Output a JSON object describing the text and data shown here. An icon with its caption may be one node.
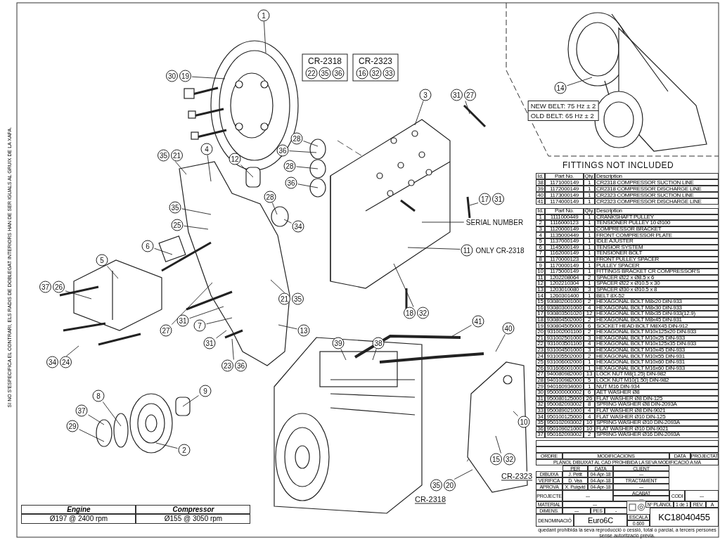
{
  "diagram": {
    "nodes": [
      {
        "text": [
          "1"
        ]
      },
      {
        "text": [
          "30",
          "19"
        ]
      },
      {
        "text": [
          "CR-2318",
          "22",
          "35",
          "36"
        ]
      },
      {
        "text": [
          "CR-2323",
          "16",
          "32",
          "33"
        ]
      },
      {
        "text": [
          "31",
          "27"
        ]
      },
      {
        "text": [
          "3"
        ]
      },
      {
        "text": [
          "35",
          "21"
        ]
      },
      {
        "text": [
          "4"
        ]
      },
      {
        "text": [
          "12"
        ]
      },
      {
        "text": [
          "28"
        ]
      },
      {
        "text": [
          "36"
        ]
      },
      {
        "text": [
          "28"
        ]
      },
      {
        "text": [
          "36"
        ]
      },
      {
        "text": [
          "28"
        ]
      },
      {
        "text": [
          "34"
        ]
      },
      {
        "text": [
          "35"
        ]
      },
      {
        "text": [
          "25"
        ]
      },
      {
        "text": [
          "6"
        ]
      },
      {
        "text": [
          "5"
        ]
      },
      {
        "text": [
          "37",
          "26"
        ]
      },
      {
        "text": [
          "27"
        ]
      },
      {
        "text": [
          "31"
        ]
      },
      {
        "text": [
          "7"
        ]
      },
      {
        "text": [
          "31"
        ]
      },
      {
        "text": [
          "21",
          "35"
        ]
      },
      {
        "text": [
          "13"
        ]
      },
      {
        "text": [
          "23",
          "36"
        ]
      },
      {
        "text": [
          "34",
          "24"
        ]
      },
      {
        "text": [
          "8"
        ]
      },
      {
        "text": [
          "37"
        ]
      },
      {
        "text": [
          "29"
        ]
      },
      {
        "text": [
          "9"
        ]
      },
      {
        "text": [
          "2"
        ]
      },
      {
        "text": [
          "17",
          "31"
        ]
      },
      {
        "text": [
          "SERIAL NUMBER"
        ]
      },
      {
        "text": [
          "11",
          "ONLY CR-2318"
        ]
      },
      {
        "text": [
          "18",
          "32"
        ]
      },
      {
        "text": [
          "41"
        ]
      },
      {
        "text": [
          "40"
        ]
      },
      {
        "text": [
          "39"
        ]
      },
      {
        "text": [
          "38"
        ]
      },
      {
        "text": [
          "10"
        ]
      },
      {
        "text": [
          "15",
          "32"
        ],
        "beside": [
          "CR-2323"
        ]
      },
      {
        "text": [
          "35",
          "20"
        ],
        "beside": [
          "CR-2318"
        ]
      },
      {
        "text": [
          "14"
        ]
      },
      {
        "text": [
          "NEW BELT: 75 Hz ± 2",
          "OLD BELT: 65 Hz ± 2"
        ]
      }
    ],
    "edges": [
      {
        "from": 0,
        "to": null,
        "arrow": "none"
      },
      {
        "from": 1,
        "to": null,
        "arrow": "none"
      },
      {
        "from": 4,
        "to": null,
        "arrow": "none"
      },
      {
        "from": 5,
        "to": null,
        "arrow": "none"
      },
      {
        "from": 6,
        "to": null,
        "arrow": "none"
      },
      {
        "from": 7,
        "to": null,
        "arrow": "none"
      },
      {
        "from": 8,
        "to": null,
        "arrow": "none"
      },
      {
        "from": 9,
        "to": null,
        "arrow": "none"
      },
      {
        "from": 10,
        "to": null,
        "arrow": "none"
      },
      {
        "from": 11,
        "to": null,
        "arrow": "none"
      },
      {
        "from": 12,
        "to": null,
        "arrow": "none"
      },
      {
        "from": 13,
        "to": null,
        "arrow": "none"
      },
      {
        "from": 14,
        "to": null,
        "arrow": "none"
      },
      {
        "from": 15,
        "to": null,
        "arrow": "none"
      },
      {
        "from": 16,
        "to": null,
        "arrow": "none"
      },
      {
        "from": 17,
        "to": null,
        "arrow": "none"
      },
      {
        "from": 18,
        "to": null,
        "arrow": "none"
      },
      {
        "from": 19,
        "to": null,
        "arrow": "none"
      },
      {
        "from": 20,
        "to": null,
        "arrow": "none"
      },
      {
        "from": 21,
        "to": null,
        "arrow": "none"
      },
      {
        "from": 22,
        "to": null,
        "arrow": "none"
      },
      {
        "from": 23,
        "to": null,
        "arrow": "none"
      },
      {
        "from": 24,
        "to": null,
        "arrow": "none"
      },
      {
        "from": 25,
        "to": null,
        "arrow": "none"
      },
      {
        "from": 26,
        "to": null,
        "arrow": "none"
      },
      {
        "from": 27,
        "to": null,
        "arrow": "none"
      },
      {
        "from": 28,
        "to": null,
        "arrow": "none"
      },
      {
        "from": 29,
        "to": null,
        "arrow": "none"
      },
      {
        "from": 30,
        "to": null,
        "arrow": "none"
      },
      {
        "from": 31,
        "to": null,
        "arrow": "none"
      },
      {
        "from": 32,
        "to": null,
        "arrow": "none"
      },
      {
        "from": 33,
        "to": null,
        "arrow": "none"
      },
      {
        "from": 34,
        "to": null,
        "arrow": "none"
      },
      {
        "from": 35,
        "to": null,
        "arrow": "none"
      },
      {
        "from": 36,
        "to": null,
        "arrow": "none"
      },
      {
        "from": 37,
        "to": null,
        "arrow": "none"
      },
      {
        "from": 38,
        "to": null,
        "arrow": "none"
      },
      {
        "from": 39,
        "to": null,
        "arrow": "none"
      },
      {
        "from": 40,
        "to": null,
        "arrow": "none"
      },
      {
        "from": 41,
        "to": null,
        "arrow": "none"
      },
      {
        "from": 42,
        "to": null,
        "arrow": "none"
      },
      {
        "from": 43,
        "to": null,
        "arrow": "none"
      },
      {
        "from": 44,
        "to": null,
        "arrow": "none"
      }
    ],
    "labels": [
      "FITTINGS NOT INCLUDED",
      "Id.",
      "Part No.",
      "Qty.",
      "Description",
      "38",
      "1171000149",
      "1",
      "CR2318 COMPRESSOR SUCTION LINE",
      "39",
      "1172000149",
      "1",
      "CR2318 COMPRESSOR DISCHARGE LINE",
      "40",
      "1173000149",
      "1",
      "CR2323 COMPRESSOR SUCTION LINE",
      "41",
      "1174000149",
      "1",
      "CR2323 COMPRESSOR DISCHARGE LINE",
      "Id.",
      "Part No.",
      "Qty.",
      "Description",
      "1",
      "1111000449",
      "1",
      "CRANKSHAFT PULLEY",
      "2",
      "1116000123",
      "1",
      "TENSIONER PULLEY 10 Ø100",
      "3",
      "1120000149",
      "1",
      "COMPRESSOR BRACKET",
      "4",
      "1135000449",
      "1",
      "FRONT COMPRESSOR PLATE",
      "5",
      "1137000149",
      "1",
      "IDLE AJUSTER",
      "6",
      "1145000149",
      "1",
      "TENSIOR SYSTEM",
      "7",
      "1162000149",
      "1",
      "TENSIONER BOLT",
      "8",
      "1170000123",
      "1",
      "FRONT PULLEY SPACER",
      "9",
      "1170000149",
      "1",
      "PULLEY SPACER",
      "10",
      "1175000149",
      "1",
      "FITTINGS BRACKET CR COMPRESSOR'S",
      "11",
      "1202208064",
      "2",
      "SPACER Ø22 x Ø8.5 x 6",
      "12",
      "1202210304",
      "1",
      "SPACER Ø22 x Ø10.5 x 30",
      "13",
      "1203010080",
      "3",
      "SPACER Ø30 x Ø10.5 x 8",
      "14",
      "1260301400",
      "1",
      "BELT 8X-52",
      "15",
      "930802001000",
      "2",
      "HEXAGONAL BOLT M8x20 DIN-933",
      "16",
      "930803001000",
      "4",
      "HEXAGONAL BOLT M8x30 DIN-933",
      "17",
      "930803501020",
      "12",
      "HEXAGONAL BOLT M8x35 DIN-933(12.9)",
      "18",
      "930804502000",
      "2",
      "HEXAGONAL BOLT M8x45 DIN-931",
      "19",
      "930804505000",
      "6",
      "SOCKET HEAD BOLT M8X45 DIN-912",
      "20",
      "931002001100",
      "2",
      "HEXAGONAL BOLT M10x125x20 DIN-933",
      "21",
      "931002501000",
      "3",
      "HEXAGONAL BOLT M10x25 DIN-933",
      "22",
      "931003501100",
      "4",
      "HEXAGONAL BOLT M10x125x35 DIN-933",
      "23",
      "931004501000",
      "3",
      "HEXAGONAL BOLT M10x45 DIN-933",
      "24",
      "931005502000",
      "2",
      "HEXAGONAL BOLT M10x55 DIN-931",
      "25",
      "931006002000",
      "1",
      "HEXAGONAL BOLT M10x60 DIN-931",
      "26",
      "931606001000",
      "1",
      "HEXAGONAL BOLT M16x60 DIN-933",
      "27",
      "940080982000",
      "13",
      "LOCK NUT M8(1.25) DIN-982",
      "28",
      "940100982000",
      "5",
      "LOCK NUT M10(1.50) DIN-982",
      "29",
      "940160934000",
      "1",
      "NUT M16 DIN-934",
      "30",
      "950000000002",
      "6",
      "AET WASHER Ø8",
      "31",
      "950080125000",
      "26",
      "FLAT WASHER Ø8 DIN-125",
      "32",
      "950082093002",
      "8",
      "SPRING WASHER Ø8 DIN-2093A",
      "33",
      "950089021000",
      "4",
      "FLAT WASHER Ø8 DIN-9021",
      "34",
      "950100125000",
      "4",
      "FLAT WASHER Ø10 DIN-125",
      "35",
      "950102093002",
      "10",
      "SPRING WASHER Ø10 DIN-2093A",
      "36",
      "950109021000",
      "10",
      "FLAT WASHER Ø10 DIN-9021",
      "37",
      "950162093002",
      "2",
      "SPRING WASHER Ø16 DIN-2093A",
      "Engine",
      "Compressor",
      "Ø197 @ 2400 rpm",
      "Ø155 @ 3050 rpm",
      "ORDRE",
      "MODIFICACIONS",
      "DATA",
      "PROJECTAT",
      "PLÀNOL DIBUIXAT AL CAD PROHIBIDA LA SEVA MODIFICACIÓ A MÀ",
      "PER",
      "DATA",
      "CLIENT",
      "DIBUIXA",
      "J. Petit",
      "04-Apr-18",
      "---",
      "VERIFICA",
      "D. Vea",
      "04-Apr-18",
      "TRACTAMENT",
      "APROVA",
      "X. Puigvid",
      "04-Apr-18",
      "---",
      "PROJECTE",
      "---",
      "ACABAT",
      "---",
      "CODI",
      "---",
      "MATERIAL",
      "---",
      "DIMENS.",
      "---",
      "PES",
      "-",
      "Nº PLÀNOL",
      "1 de 1",
      "REV.",
      "A",
      "DENOMINACIÓ",
      "Euro6C",
      "ESCALA",
      "0.600",
      "KC18040455",
      "quedant prohibida la seva reproducció o cessió, total o parcial, a tercers persones sense autorització prèvia.",
      "SI NO S'ESPECIFICA EL CONTRARI, ELS RADIS DE DOBLEGAT INTERIORS HAN DE SER IGUALS AL GRUIX DE LA XAPA."
    ]
  }
}
